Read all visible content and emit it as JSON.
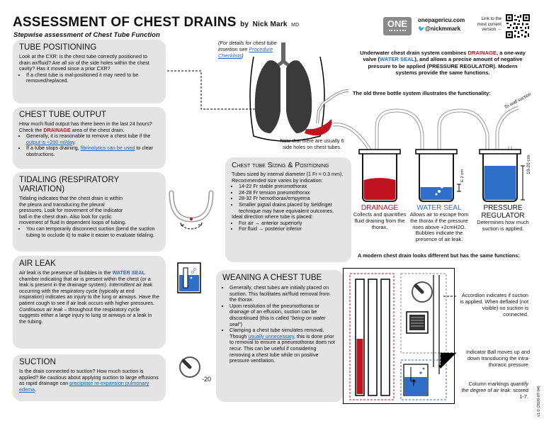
{
  "header": {
    "title": "ASSESSMENT OF CHEST DRAINS",
    "by": "by",
    "author": "Nick Mark",
    "degree": "MD",
    "subtitle": "Stepwise assessment of Chest Tube Function",
    "logo_text": "ONE",
    "site": "onepagericu.com",
    "handle": "@nickmmark",
    "link_note": "Link to the most current version →"
  },
  "positioning": {
    "title": "TUBE POSITIONING",
    "text_a": "Look at the CXR: is the chest tube correctly positioned to drain air/fluid? Are ",
    "text_em": "all six",
    "text_b": " of the side holes within the chest cavity? Has it moved since a prior CXR?",
    "bullet": "If a chest tube is mal-positioned it may need to be removed/replaced."
  },
  "output": {
    "title": "CHEST TUBE OUTPUT",
    "text_a": "How much fluid output has there been in the last 24 hours? Check the ",
    "text_red": "DRAINAGE",
    "text_b": " area of the chest drain.",
    "b1_a": "Generally, it is reasonable to remove a chest tube if the ",
    "b1_link": "output is <200 ml/day",
    "b1_b": ".",
    "b2_a": "If a tube stops draining, ",
    "b2_link": "fibrinolytics can be used",
    "b2_b": " to clear obstructions."
  },
  "tidaling": {
    "title": "TIDALING (RESPIRATORY VARIATION)",
    "text": "Tidaling indicates that the chest drain is within the pleura and transducing the pleural pressures. Look for movement of the indicator ball in the chest drain. Also look for cyclic movement of fluid in dependent loops of tubing.",
    "bullet": "You can temporarily disconnect suction (bend the suction tubing to occlude it) to make it easier to evaluate tidaling."
  },
  "airleak": {
    "title": "AIR LEAK",
    "p1_a": "Air leak is the presence of bubbles in the ",
    "p1_blue": "WATER SEAL",
    "p1_b": " chamber indicating that air is present within the chest (or a leak is present in the drainage system). ",
    "p1_em": "Intermittent air leak",
    "p1_c": " occurring with the respiratory cycle (typically at end inspiration) indicates an injury to the lung or airways. Have the patient cough to see if air leak occurs with higher pressures.",
    "p2_em": "Continuous air leak",
    "p2_b": " – throughout the respiratory cycle suggests either a large injury to lung or airways or a leak in the tubing."
  },
  "suction": {
    "title": "SUCTION",
    "text_a": "Is the drain connected to suction? How much suction is applied? Be cautious about applying suction to large effusions as rapid drainage can ",
    "link": "precipitate re-expansion pulmonary edema",
    "text_b": ".",
    "dial_label": "-20"
  },
  "note_top": {
    "a": "(For details for chest tube insertion see ",
    "link": "Procedure Checklists",
    "b": ")"
  },
  "lung_note": "Note that there are usually 6 side holes on chest tubes.",
  "sizing": {
    "title": "Chest tube Sizing & Positioning",
    "intro": "Tubes sized by internal diameter (1 Fr = 0.3 mm). Recommended size varies by indication:",
    "items": [
      "14-22 Fr stable pneumothorax",
      "24-28 Fr tension pneumothorax",
      "28-32 Fr hemothorax/empyema",
      "Smaller pigtail drains placed by Seldinger technique may have equivalent outcomes."
    ],
    "ideal": "Ideal direction where tube is placed:",
    "air": "For air → anterior superiorly",
    "fluid": "For fluid → posterior inferior"
  },
  "weaning": {
    "title": "WEANING A CHEST TUBE",
    "b1": "Generally, chest tubes are initially placed on suction. This facilitates air/fluid removal from the thorax.",
    "b2_a": "Upon resolution of the pneumothorax or drainage of an effusion, suction can be discontinued (this is called “",
    "b2_em": "being on water seal",
    "b2_b": "”)",
    "b3_a": "Clamping a chest tube simulates removal. Though ",
    "b3_link": "usually unnecessary",
    "b3_b": ", this is done prior to removal to ensure a pneumothorax does not recur. This can be useful if considering removing a chest tube while on positive pressure ventilation."
  },
  "system": {
    "intro_a": "Underwater chest drain system combines ",
    "drainage": "DRAINAGE",
    "intro_b": ", a one-way valve (",
    "water_seal": "WATER SEAL",
    "intro_c": "), and allows a precise amount of negative pressure to be applied (PRESSURE REGULATOR). Modern systems provide the same functions.",
    "old_system": "The old three bottle system illustrates the functionality:",
    "to_wall": "To wall suction",
    "depth_label": "E 2 cm",
    "height_label": "10-20 cm",
    "bottle1_title": "DRAINAGE",
    "bottle1_desc": "Collects and quantifies fluid draining from the thorax.",
    "bottle2_title": "WATER SEAL",
    "bottle2_desc": "Allows air to escape from the thorax if the pressure rises above +2cmH2O. Bubbles indicate the presence of air leak.",
    "bottle3_title": "PRESSURE REGULATOR",
    "bottle3_desc": "Determines how much suction is applied.",
    "modern": "A modern chest drain looks different but has the same functions:",
    "accordion": "Accordion indicates if suction is applied. When deflated (not visible) no suction is connected.",
    "indicator": "Indicator Ball moves up and down transducing the intra-thoracic pressure.",
    "column_a": "Column markings ",
    "column_em": "quantify the degree of air leak",
    "column_b": ": scored 1-7."
  },
  "version": "v1.0 (2020-07-04)",
  "colors": {
    "drainage_red": "#c1121f",
    "water_blue": "#2f6fc9",
    "panel_gray": "#e4e4e4",
    "logo_gray": "#8a8a8a"
  }
}
